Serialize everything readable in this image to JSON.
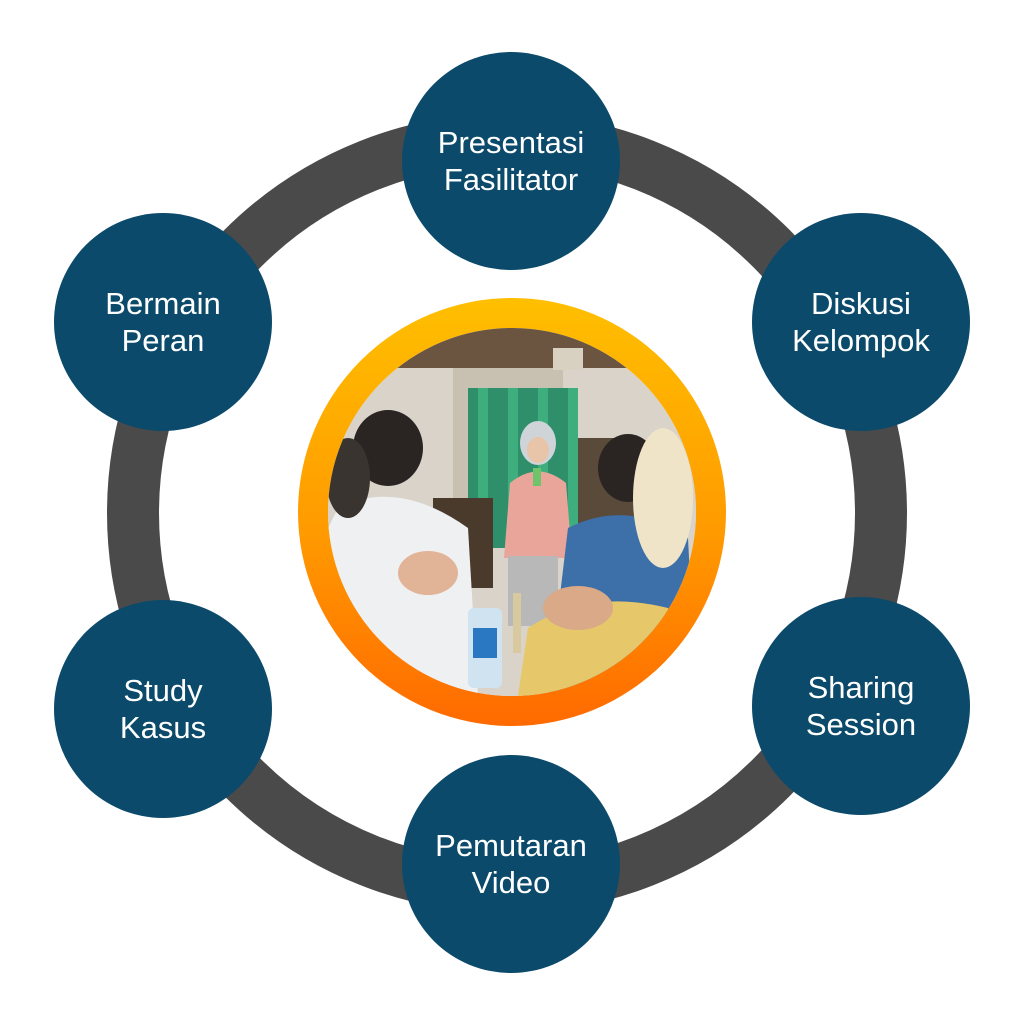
{
  "colors": {
    "ring": "#4a4a4a",
    "node_fill": "#0b4a6b",
    "node_text": "#ffffff",
    "photo_frame_top": "#ffbf00",
    "photo_frame_bottom": "#ff6a00"
  },
  "nodes": {
    "top": {
      "line1": "Presentasi",
      "line2": "Fasilitator"
    },
    "top_right": {
      "line1": "Diskusi",
      "line2": "Kelompok"
    },
    "bottom_right": {
      "line1": "Sharing",
      "line2": "Session"
    },
    "bottom": {
      "line1": "Pemutaran",
      "line2": "Video"
    },
    "bottom_left": {
      "line1": "Study",
      "line2": "Kasus"
    },
    "top_left": {
      "line1": "Bermain",
      "line2": "Peran"
    }
  }
}
